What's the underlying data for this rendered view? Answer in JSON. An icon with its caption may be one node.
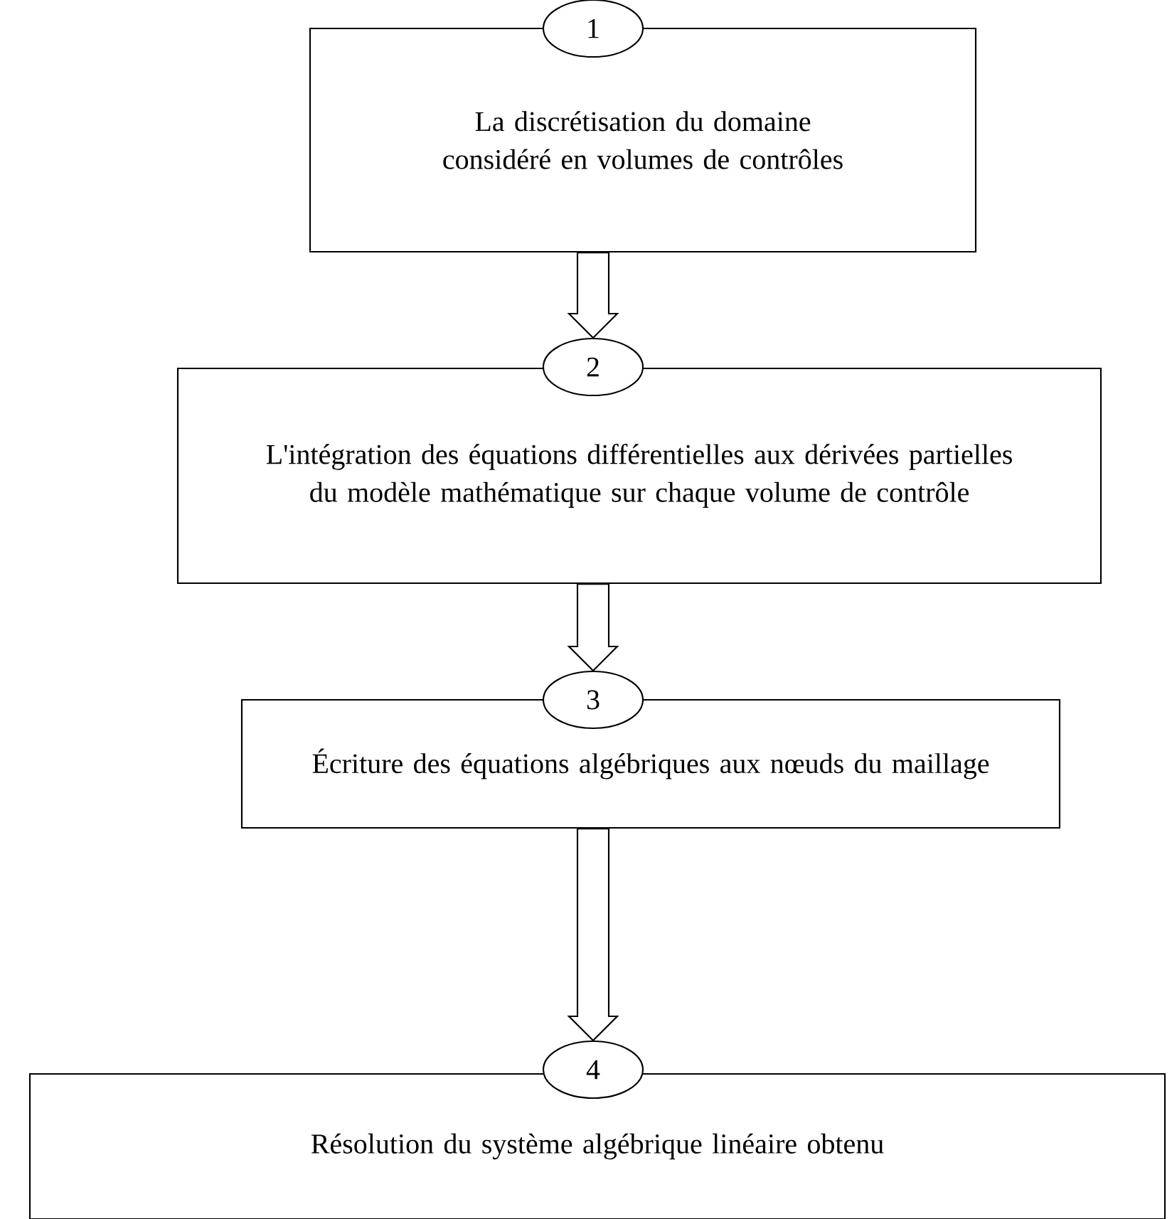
{
  "diagram": {
    "nodes": [
      {
        "text": [
          "1"
        ]
      },
      {
        "text": [
          "La discrétisation du domaine considéré en volumes de contrôles"
        ]
      },
      {
        "text": [
          "2"
        ]
      },
      {
        "text": [
          "L'intégration des équations différentielles aux dérivées partielles du modèle mathématique sur chaque volume de contrôle"
        ]
      },
      {
        "text": [
          "3"
        ]
      },
      {
        "text": [
          "Écriture des équations algébriques aux nœuds du maillage"
        ]
      },
      {
        "text": [
          "4"
        ]
      },
      {
        "text": [
          "Résolution du système algébrique linéaire obtenu"
        ]
      }
    ],
    "edges": [
      {
        "from": 1,
        "to": 2,
        "arrow": "to"
      },
      {
        "from": 3,
        "to": 4,
        "arrow": "to"
      },
      {
        "from": 5,
        "to": 6,
        "arrow": "to"
      }
    ]
  }
}
